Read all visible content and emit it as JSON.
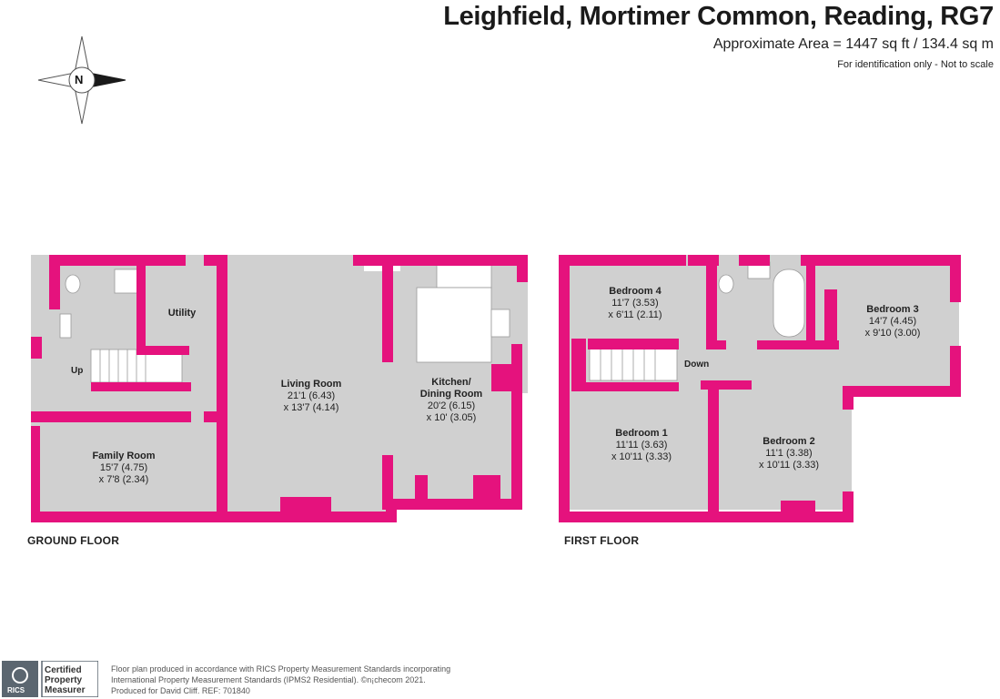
{
  "header": {
    "title": "Leighfield, Mortimer Common, Reading, RG7",
    "area": "Approximate Area = 1447 sq ft / 134.4 sq m",
    "disclaimer": "For identification only - Not to scale"
  },
  "compass": {
    "label": "N",
    "icon": "compass-rose-icon"
  },
  "floors": [
    {
      "label": "GROUND FLOOR"
    },
    {
      "label": "FIRST FLOOR"
    }
  ],
  "ground_rooms": {
    "utility": {
      "name": "Utility"
    },
    "living": {
      "name": "Living Room",
      "dim1": "21'1 (6.43)",
      "dim2": "x 13'7 (4.14)"
    },
    "kitchen": {
      "name": "Kitchen/",
      "name2": "Dining Room",
      "dim1": "20'2 (6.15)",
      "dim2": "x 10' (3.05)"
    },
    "family": {
      "name": "Family Room",
      "dim1": "15'7 (4.75)",
      "dim2": "x 7'8 (2.34)"
    },
    "stairs": "Up"
  },
  "first_rooms": {
    "bed4": {
      "name": "Bedroom 4",
      "dim1": "11'7 (3.53)",
      "dim2": "x 6'11 (2.11)"
    },
    "bed3": {
      "name": "Bedroom 3",
      "dim1": "14'7 (4.45)",
      "dim2": "x 9'10 (3.00)"
    },
    "bed1": {
      "name": "Bedroom 1",
      "dim1": "11'11 (3.63)",
      "dim2": "x 10'11 (3.33)"
    },
    "bed2": {
      "name": "Bedroom 2",
      "dim1": "11'1 (3.38)",
      "dim2": "x 10'11 (3.33)"
    },
    "stairs": "Down"
  },
  "colors": {
    "wall": "#e5127d",
    "floor": "#d0d0d0",
    "text": "#222222"
  },
  "rics_badge": {
    "line1": "Certified",
    "line2": "Property",
    "line3": "Measurer",
    "word": "RICS"
  },
  "footer": {
    "line1": "Floor plan produced in accordance with RICS Property Measurement Standards incorporating",
    "line2": "International Property Measurement Standards (IPMS2 Residential).  ©n¡checom 2021.",
    "line3": "Produced for David Cliff.   REF:  701840"
  }
}
